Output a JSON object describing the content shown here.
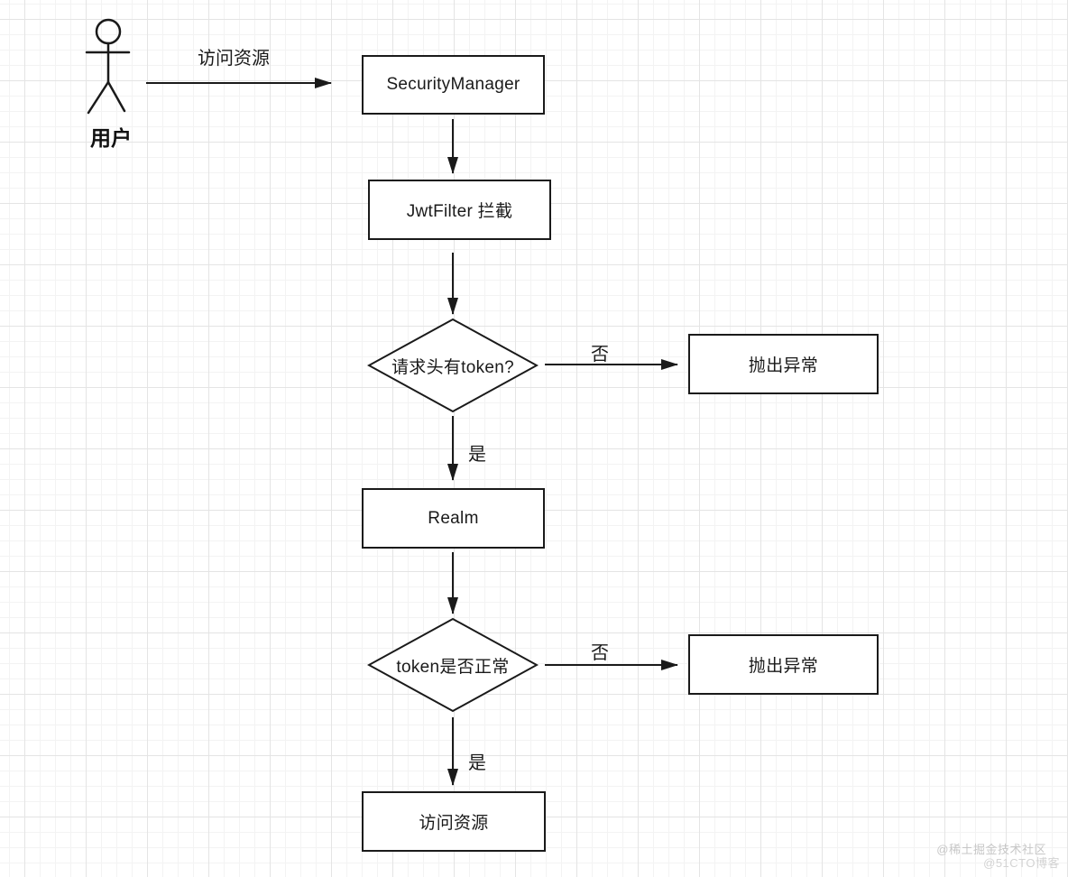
{
  "diagram": {
    "actor": {
      "label": "用户"
    },
    "nodes": {
      "security_manager": {
        "label": "SecurityManager"
      },
      "jwt_filter": {
        "label": "JwtFilter 拦截"
      },
      "has_token": {
        "label": "请求头有token?"
      },
      "throw_exception_1": {
        "label": "抛出异常"
      },
      "realm": {
        "label": "Realm"
      },
      "token_valid": {
        "label": "token是否正常"
      },
      "throw_exception_2": {
        "label": "抛出异常"
      },
      "access_resource": {
        "label": "访问资源"
      }
    },
    "edge_labels": {
      "user_request": "访问资源",
      "no_1": "否",
      "yes_1": "是",
      "no_2": "否",
      "yes_2": "是"
    },
    "colors": {
      "stroke": "#1a1a1a",
      "node_fill": "#ffffff",
      "grid_minor": "#f3f3f3",
      "grid_major": "#e4e4e4"
    }
  },
  "watermarks": {
    "juejin": "@稀土掘金技术社区",
    "cto": "@51CTO博客"
  }
}
